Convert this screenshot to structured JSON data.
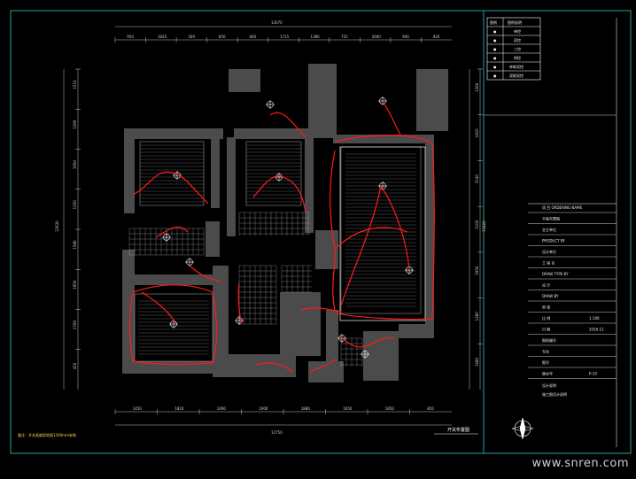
{
  "drawing": {
    "title": "开关布置图",
    "note": "备注：开关高度距地面1300mm安装",
    "dim_top_total": "13070",
    "dim_bottom_total": "12750",
    "dim_left_total": "12630",
    "dim_right_total": "13420",
    "dims_top": [
      "950",
      "1820",
      "300",
      "850",
      "600",
      "1725",
      "1380",
      "725",
      "2600",
      "900",
      "920"
    ],
    "dims_bottom": [
      "1450",
      "1810",
      "1490",
      "1900",
      "1880",
      "1650",
      "1850",
      "850"
    ],
    "dims_left": [
      "1510",
      "1390",
      "1950",
      "1350",
      "1580",
      "1950",
      "2760",
      "420"
    ],
    "dims_right": [
      "1360",
      "1920",
      "3140",
      "1100",
      "2950",
      "1380",
      "1480"
    ]
  },
  "legend": {
    "header": [
      "图例",
      "图例说明"
    ],
    "rows": [
      {
        "symbol": "●",
        "label": "单控"
      },
      {
        "symbol": "●",
        "label": "双控"
      },
      {
        "symbol": "●",
        "label": "三控"
      },
      {
        "symbol": "●",
        "label": "四控"
      },
      {
        "symbol": "●",
        "label": "单联双控"
      },
      {
        "symbol": "●",
        "label": "双联双控"
      }
    ]
  },
  "title_block": {
    "rows": [
      "项 目 ORDERING NAME",
      "平面布置图",
      "业主单位",
      "PRODUCT BY",
      "设计单位",
      "工 程 名",
      "DRAW TYPE BY",
      "设 计",
      "DRAW BY",
      "审 核",
      "比 例",
      "日 期",
      "图纸编号",
      "专业",
      "图号",
      "版本号"
    ],
    "values": [
      "",
      "",
      "",
      "",
      "",
      "",
      "",
      "",
      "",
      "",
      "1:100",
      "2016.12",
      "",
      "",
      "",
      "P-10"
    ],
    "footer": [
      "设计说明",
      "施工图设计说明"
    ]
  },
  "watermark": "www.snren.com"
}
